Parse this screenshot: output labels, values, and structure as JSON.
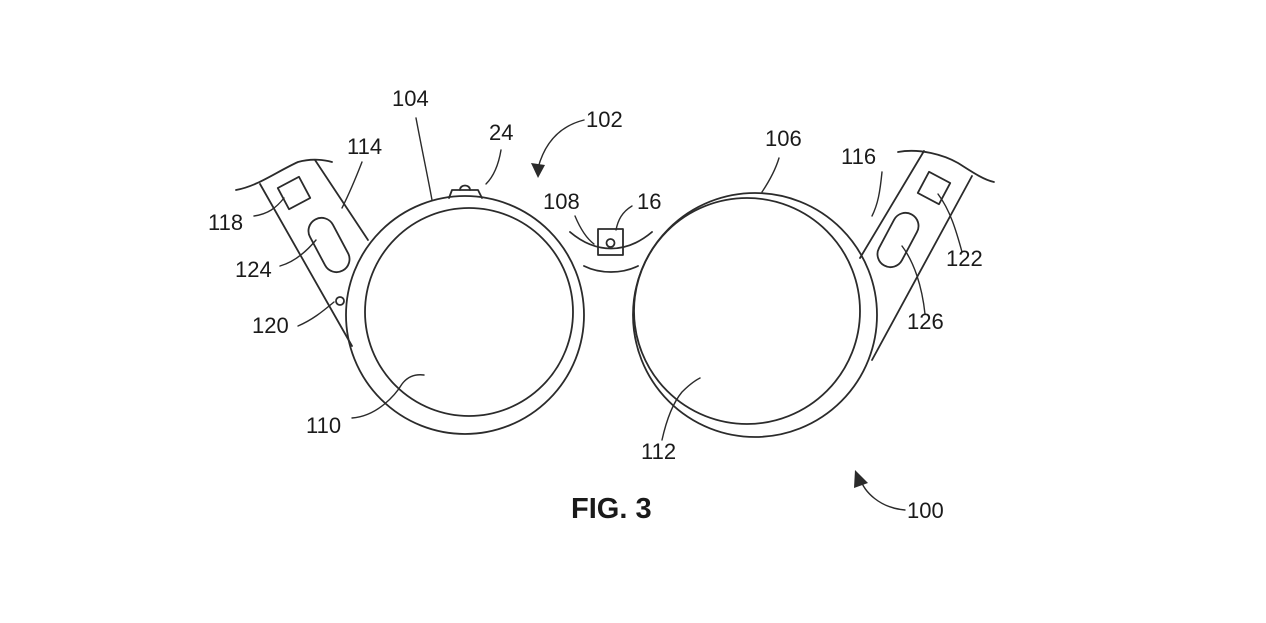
{
  "figure": {
    "caption": "FIG. 3",
    "labels": {
      "l100": "100",
      "l102": "102",
      "l104": "104",
      "l106": "106",
      "l108": "108",
      "l110": "110",
      "l112": "112",
      "l114": "114",
      "l116": "116",
      "l118": "118",
      "l120": "120",
      "l122": "122",
      "l124": "124",
      "l126": "126",
      "l16": "16",
      "l24": "24"
    }
  }
}
